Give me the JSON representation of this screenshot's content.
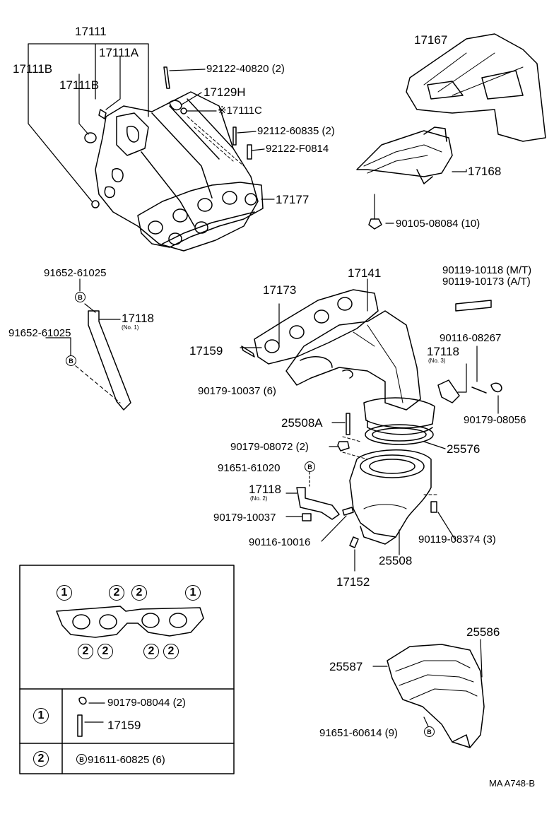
{
  "diagram": {
    "ref_code": "MA A748-B",
    "labels": {
      "p17111": "17111",
      "p17111A": "17111A",
      "p17111B_a": "17111B",
      "p17111B_b": "17111B",
      "p92122_40820": "92122-40820 (2)",
      "p17129H": "17129H",
      "p17111C": "※17111C",
      "p92112_60835": "92112-60835 (2)",
      "p92122_F0814": "92122-F0814",
      "p17177": "17177",
      "p17167": "17167",
      "p17168": "17168",
      "p90105_08084": "90105-08084 (10)",
      "p91652_61025_a": "91652-61025",
      "p91652_61025_b": "91652-61025",
      "p17118_1": "17118",
      "p17118_1_sub": "(No. 1)",
      "p17173": "17173",
      "p17141": "17141",
      "p90119_10118": "90119-10118 (M/T)",
      "p90119_10173": "90119-10173 (A/T)",
      "p17159": "17159",
      "p90179_10037_a": "90179-10037 (6)",
      "p90116_08267": "90116-08267",
      "p17118_3": "17118",
      "p17118_3_sub": "(No. 3)",
      "p90179_08056": "90179-08056",
      "p25508A": "25508A",
      "p25576": "25576",
      "p90179_08072": "90179-08072 (2)",
      "p91651_61020": "91651-61020",
      "p17118_2": "17118",
      "p17118_2_sub": "(No. 2)",
      "p90179_10037_b": "90179-10037",
      "p90116_10016": "90116-10016",
      "p90119_08374": "90119-08374 (3)",
      "p25508": "25508",
      "p17152": "17152",
      "p25586": "25586",
      "p25587": "25587",
      "p91651_60614": "91651-60614 (9)"
    },
    "legend": {
      "marker_1": "1",
      "marker_2": "2",
      "b_mark": "B",
      "row1_item1": "90179-08044 (2)",
      "row1_item2": "17159",
      "row2_item1": "91611-60825 (6)"
    }
  }
}
